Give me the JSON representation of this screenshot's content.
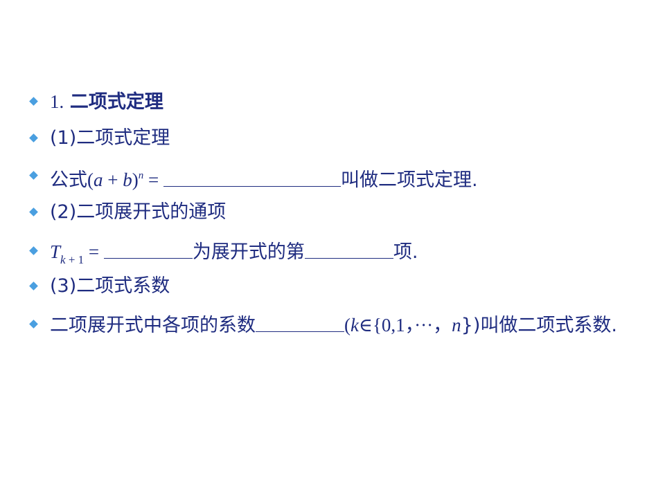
{
  "items": [
    {
      "num": "1.",
      "text": "二项式定理"
    },
    {
      "text": "(1)二项式定理"
    },
    {
      "prefix": "公式",
      "formula_open": "(",
      "var_a": "a",
      "plus": " + ",
      "var_b": "b",
      "formula_close": ")",
      "exponent": "n",
      "equals": " = ",
      "suffix": "叫做二项式定理."
    },
    {
      "text": "(2)二项展开式的通项"
    },
    {
      "var_T": "T",
      "subscript_k": "k",
      "subscript_rest": " + 1",
      "equals": " = ",
      "middle": "为展开式的第",
      "suffix": "项."
    },
    {
      "text": "(3)二项式系数"
    },
    {
      "prefix": "二项展开式中各项的系数",
      "paren_open": "(",
      "var_k": "k",
      "in_set": "∈{0,1，···，",
      "var_n": "n",
      "close": "})叫做二项式系数."
    }
  ],
  "colors": {
    "text": "#1f2c80",
    "bullet": "#4a9fe0"
  },
  "bullet_icon": "diamond-bullet"
}
